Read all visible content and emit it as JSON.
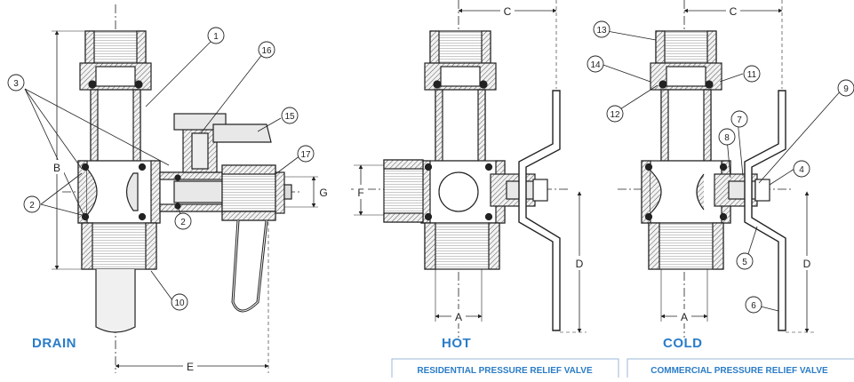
{
  "views": {
    "drain": {
      "title": "DRAIN"
    },
    "hot": {
      "title": "HOT"
    },
    "cold": {
      "title": "COLD"
    }
  },
  "boxes": {
    "residential": "RESIDENTIAL PRESSURE RELIEF VALVE",
    "commercial": "COMMERCIAL PRESSURE RELIEF VALVE"
  },
  "dimensions": {
    "A_hot": "A",
    "A_cold": "A",
    "B": "B",
    "C_hot": "C",
    "C_cold": "C",
    "D_hot": "D",
    "D_cold": "D",
    "E": "E",
    "F": "F",
    "G": "G"
  },
  "callouts": {
    "c1": "1",
    "c2a": "2",
    "c2b": "2",
    "c3": "3",
    "c4": "4",
    "c5": "5",
    "c6": "6",
    "c7": "7",
    "c8": "8",
    "c9": "9",
    "c10": "10",
    "c11": "11",
    "c12": "12",
    "c13": "13",
    "c14": "14",
    "c15": "15",
    "c16": "16",
    "c17": "17"
  },
  "colors": {
    "line": "#222222",
    "hatch": "#555555",
    "accent": "#2a7cc7",
    "metal": "#e8e8e8"
  }
}
